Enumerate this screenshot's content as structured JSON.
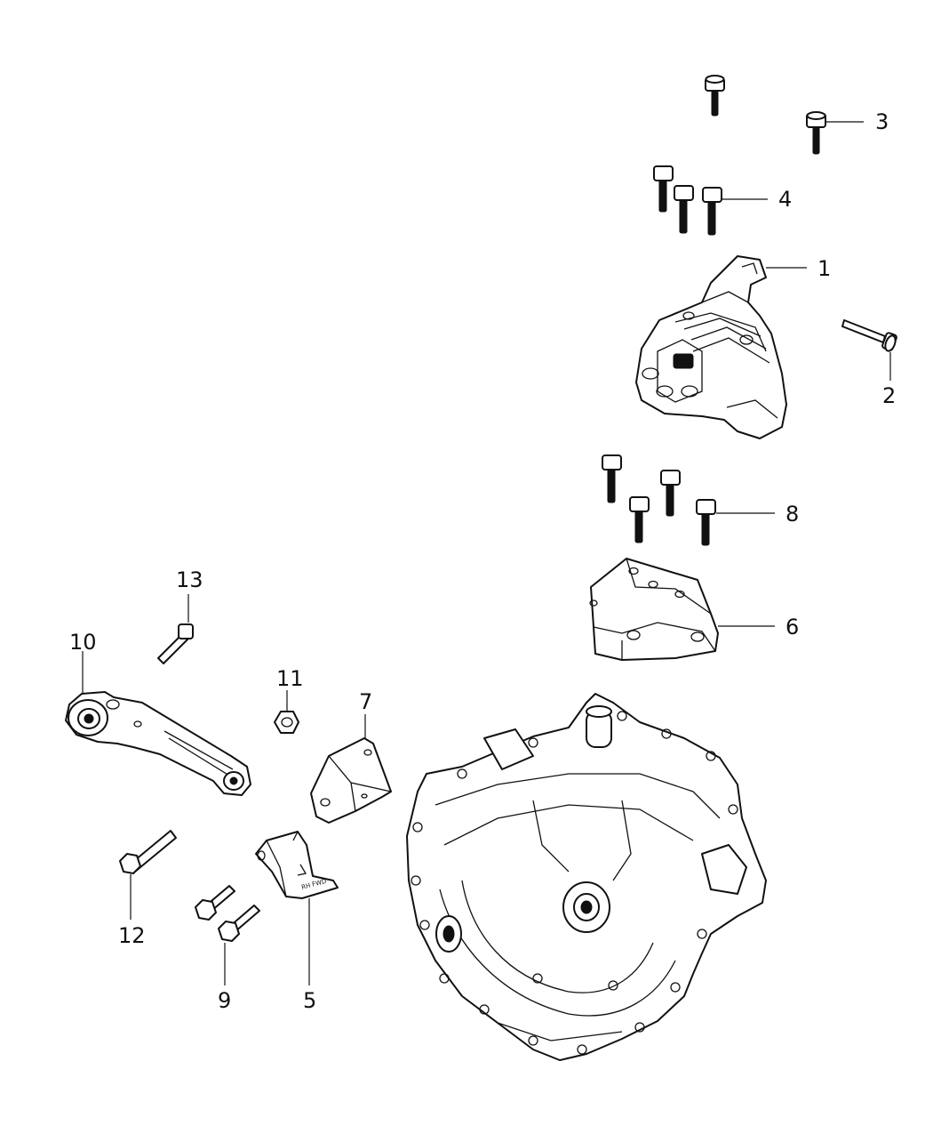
{
  "callouts": {
    "c1": "1",
    "c2": "2",
    "c3": "3",
    "c4": "4",
    "c5": "5",
    "c6": "6",
    "c7": "7",
    "c8": "8",
    "c9": "9",
    "c10": "10",
    "c11": "11",
    "c12": "12",
    "c13": "13"
  },
  "bracket_5_marking": "RH FWD"
}
